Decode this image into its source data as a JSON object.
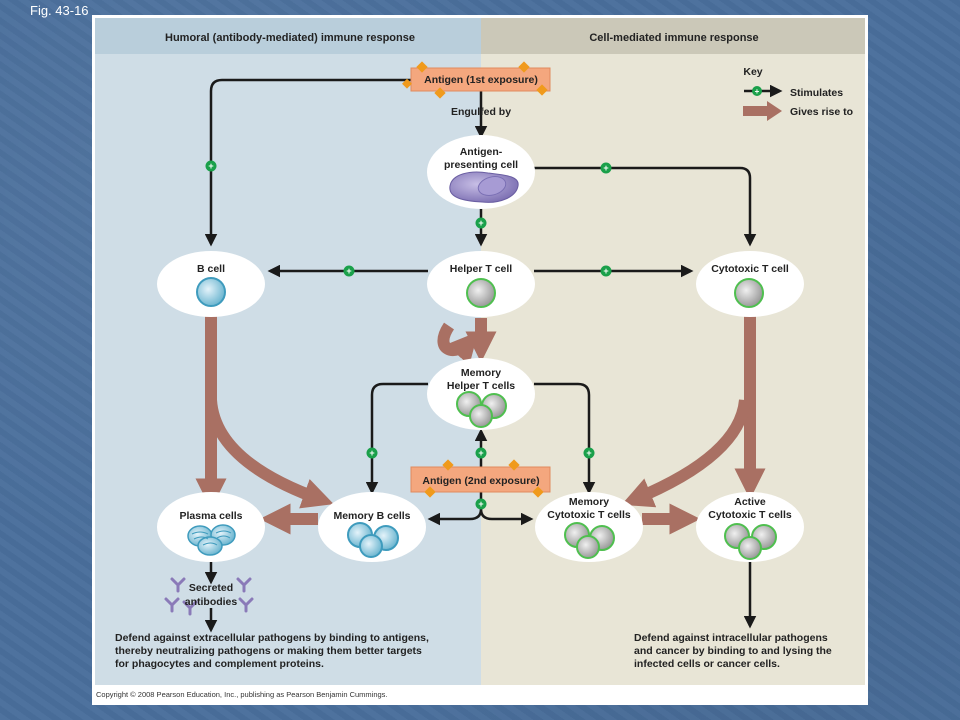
{
  "figure_label": "Fig. 43-16",
  "headers": {
    "humoral": "Humoral (antibody-mediated) immune response",
    "cell_mediated": "Cell-mediated immune response"
  },
  "key": {
    "title": "Key",
    "stimulates": "Stimulates",
    "gives_rise_to": "Gives rise to"
  },
  "antigen_first": "Antigen (1st exposure)",
  "engulfed_by": "Engulfed by",
  "apc": {
    "line1": "Antigen-",
    "line2": "presenting cell"
  },
  "b_cell": "B cell",
  "helper_t": "Helper T cell",
  "cytotoxic_t": "Cytotoxic T cell",
  "memory_helper": {
    "line1": "Memory",
    "line2": "Helper T cells"
  },
  "antigen_second": "Antigen (2nd exposure)",
  "plasma_cells": "Plasma cells",
  "memory_b": "Memory B cells",
  "memory_cyto": {
    "line1": "Memory",
    "line2": "Cytotoxic T cells"
  },
  "active_cyto": {
    "line1": "Active",
    "line2": "Cytotoxic T cells"
  },
  "secreted": {
    "line1": "Secreted",
    "line2": "antibodies"
  },
  "desc_left": {
    "line1": "Defend against extracellular pathogens by binding to antigens,",
    "line2": "thereby neutralizing pathogens or making them better targets",
    "line3": "for phagocytes and complement proteins."
  },
  "desc_right": {
    "line1": "Defend against intracellular pathogens",
    "line2": "and cancer by binding to and lysing the",
    "line3": "infected cells or cancer cells."
  },
  "copyright": "Copyright © 2008 Pearson Education, Inc., publishing as Pearson Benjamin Cummings.",
  "plus": "+",
  "colors": {
    "humoral_bg": "#cfdde6",
    "cell_bg": "#e8e5d6",
    "header_bg": "#c8c5b6",
    "antigen_box": "#f4a77e",
    "give_rise_arrow": "#a97063",
    "stimulate_dot": "#1aa04a"
  }
}
